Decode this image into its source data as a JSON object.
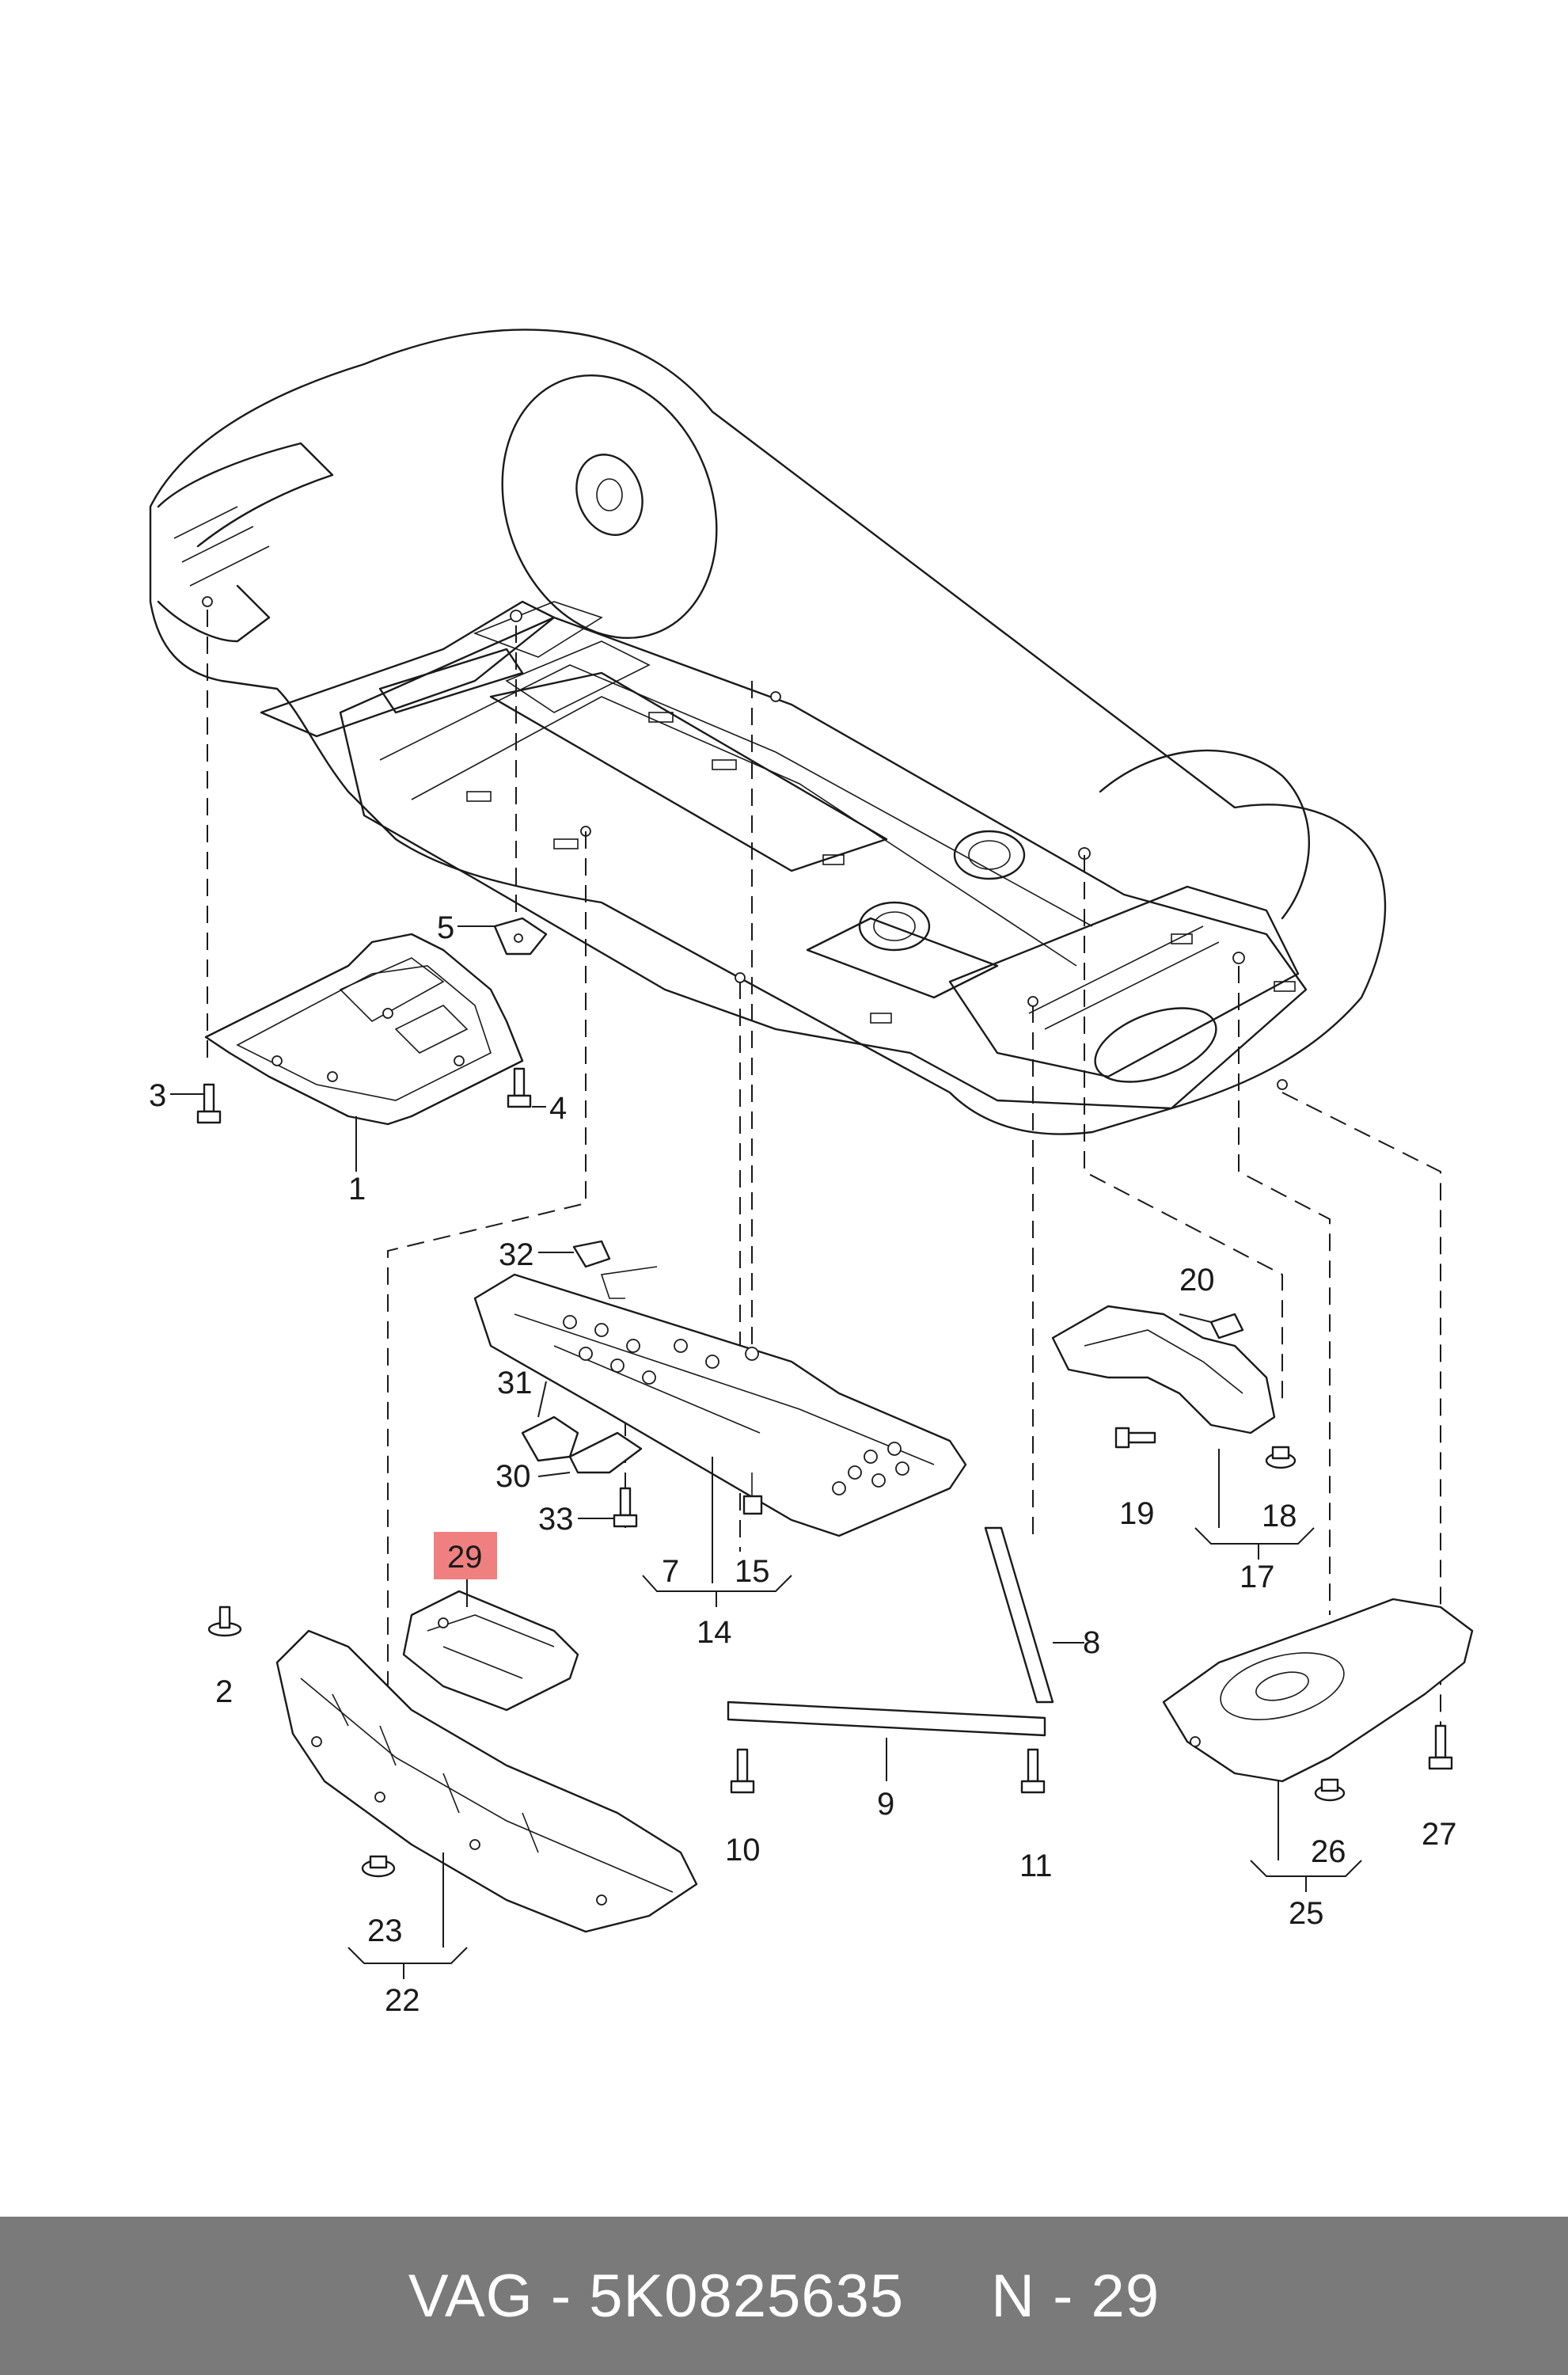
{
  "diagram": {
    "highlight_color": "#f08080",
    "callouts": {
      "c1": "1",
      "c2": "2",
      "c3": "3",
      "c4": "4",
      "c5": "5",
      "c7": "7",
      "c8": "8",
      "c9": "9",
      "c10": "10",
      "c11": "11",
      "c14": "14",
      "c15": "15",
      "c17": "17",
      "c18": "18",
      "c19": "19",
      "c20": "20",
      "c22": "22",
      "c23": "23",
      "c25": "25",
      "c26": "26",
      "c27": "27",
      "c29": "29",
      "c30": "30",
      "c31": "31",
      "c32": "32",
      "c33": "33"
    }
  },
  "footer": {
    "brand_part": "VAG - 5K0825635",
    "position": "N - 29",
    "background": "#7a7a7a"
  }
}
